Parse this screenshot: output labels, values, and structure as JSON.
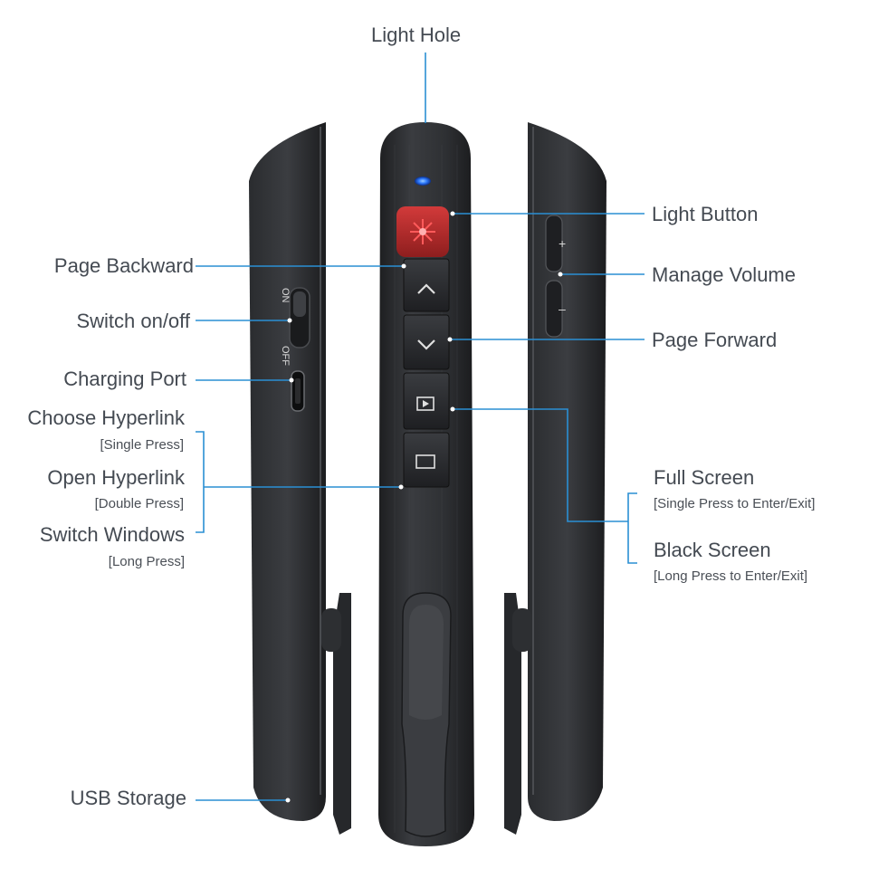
{
  "labels": {
    "light_hole": "Light Hole",
    "light_button": "Light Button",
    "manage_volume": "Manage Volume",
    "page_forward": "Page Forward",
    "page_backward": "Page Backward",
    "switch_on_off": "Switch on/off",
    "charging_port": "Charging Port",
    "choose_hyperlink": "Choose Hyperlink",
    "choose_hyperlink_note": "[Single Press]",
    "open_hyperlink": "Open Hyperlink",
    "open_hyperlink_note": "[Double Press]",
    "switch_windows": "Switch Windows",
    "switch_windows_note": "[Long Press]",
    "full_screen": "Full Screen",
    "full_screen_note": "[Single Press to Enter/Exit]",
    "black_screen": "Black Screen",
    "black_screen_note": "[Long Press to Enter/Exit]",
    "usb_storage": "USB Storage"
  },
  "device_text": {
    "switch_on": "ON",
    "switch_off": "OFF",
    "volume_plus": "+",
    "volume_minus": "–"
  },
  "icons": {
    "laser": "laser-star-icon",
    "up": "chevron-up-icon",
    "down": "chevron-down-icon",
    "play": "play-icon",
    "screen": "blank-screen-icon"
  },
  "colors": {
    "callout_line": "#2a8fd4",
    "device_body": "#2b2d30",
    "laser_button": "#b52b2b",
    "led": "#2f7cff"
  }
}
